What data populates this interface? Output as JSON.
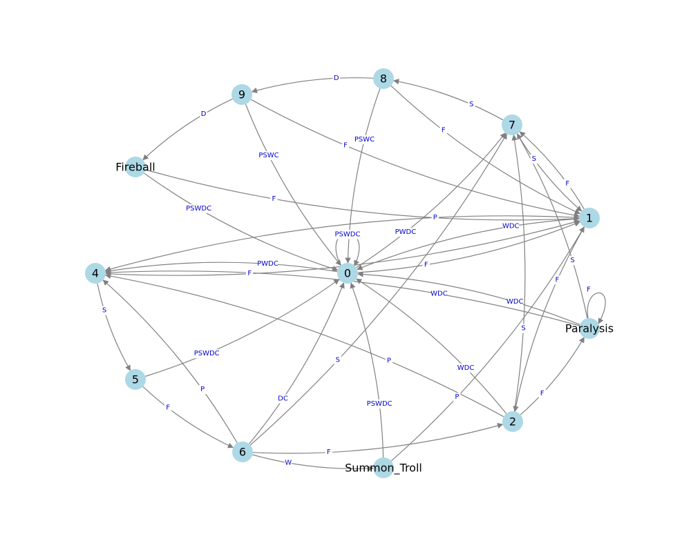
{
  "diagram": {
    "colors": {
      "node_fill": "#add8e6",
      "edge": "#808080",
      "edge_label": "#0000cc",
      "node_label": "#000000",
      "background": "#ffffff"
    },
    "nodes": [
      {
        "id": "0",
        "label": "0"
      },
      {
        "id": "1",
        "label": "1"
      },
      {
        "id": "2",
        "label": "2"
      },
      {
        "id": "4",
        "label": "4"
      },
      {
        "id": "5",
        "label": "5"
      },
      {
        "id": "6",
        "label": "6"
      },
      {
        "id": "7",
        "label": "7"
      },
      {
        "id": "8",
        "label": "8"
      },
      {
        "id": "9",
        "label": "9"
      },
      {
        "id": "Fireball",
        "label": "Fireball"
      },
      {
        "id": "Paralysis",
        "label": "Paralysis"
      },
      {
        "id": "Summon_Troll",
        "label": "Summon_Troll"
      }
    ],
    "edges": [
      {
        "source": "0",
        "target": "0",
        "label": "PSWDC"
      },
      {
        "source": "0",
        "target": "1",
        "label": "F"
      },
      {
        "source": "0",
        "target": "4",
        "label": "PWDC"
      },
      {
        "source": "0",
        "target": "7",
        "label": "PWDC"
      },
      {
        "source": "1",
        "target": "0",
        "label": "WDC"
      },
      {
        "source": "1",
        "target": "2",
        "label": "F"
      },
      {
        "source": "1",
        "target": "4",
        "label": "P"
      },
      {
        "source": "1",
        "target": "7",
        "label": "F"
      },
      {
        "source": "2",
        "target": "0",
        "label": "WDC"
      },
      {
        "source": "2",
        "target": "4",
        "label": "P"
      },
      {
        "source": "2",
        "target": "7",
        "label": "S"
      },
      {
        "source": "2",
        "target": "Paralysis",
        "label": "F"
      },
      {
        "source": "4",
        "target": "1",
        "label": "F"
      },
      {
        "source": "4",
        "target": "5",
        "label": "S"
      },
      {
        "source": "5",
        "target": "0",
        "label": "PSWDC"
      },
      {
        "source": "5",
        "target": "6",
        "label": "F"
      },
      {
        "source": "6",
        "target": "0",
        "label": "DC"
      },
      {
        "source": "6",
        "target": "2",
        "label": "F"
      },
      {
        "source": "6",
        "target": "4",
        "label": "P"
      },
      {
        "source": "6",
        "target": "7",
        "label": "S"
      },
      {
        "source": "6",
        "target": "Summon_Troll",
        "label": "W"
      },
      {
        "source": "7",
        "target": "1",
        "label": "S"
      },
      {
        "source": "7",
        "target": "8",
        "label": "S"
      },
      {
        "source": "8",
        "target": "0",
        "label": "PSWC"
      },
      {
        "source": "8",
        "target": "1",
        "label": "F"
      },
      {
        "source": "8",
        "target": "9",
        "label": "D"
      },
      {
        "source": "9",
        "target": "0",
        "label": "PSWC"
      },
      {
        "source": "9",
        "target": "1",
        "label": "F"
      },
      {
        "source": "9",
        "target": "Fireball",
        "label": "D"
      },
      {
        "source": "Fireball",
        "target": "0",
        "label": "PSWDC"
      },
      {
        "source": "Fireball",
        "target": "1",
        "label": "F"
      },
      {
        "source": "Paralysis",
        "target": "0",
        "label": "WDC"
      },
      {
        "source": "Paralysis",
        "target": "4",
        "label": "WDC"
      },
      {
        "source": "Paralysis",
        "target": "7",
        "label": "S"
      },
      {
        "source": "Paralysis",
        "target": "Paralysis",
        "label": "F"
      },
      {
        "source": "Summon_Troll",
        "target": "0",
        "label": "PSWDC"
      },
      {
        "source": "Summon_Troll",
        "target": "1",
        "label": "P"
      }
    ]
  }
}
